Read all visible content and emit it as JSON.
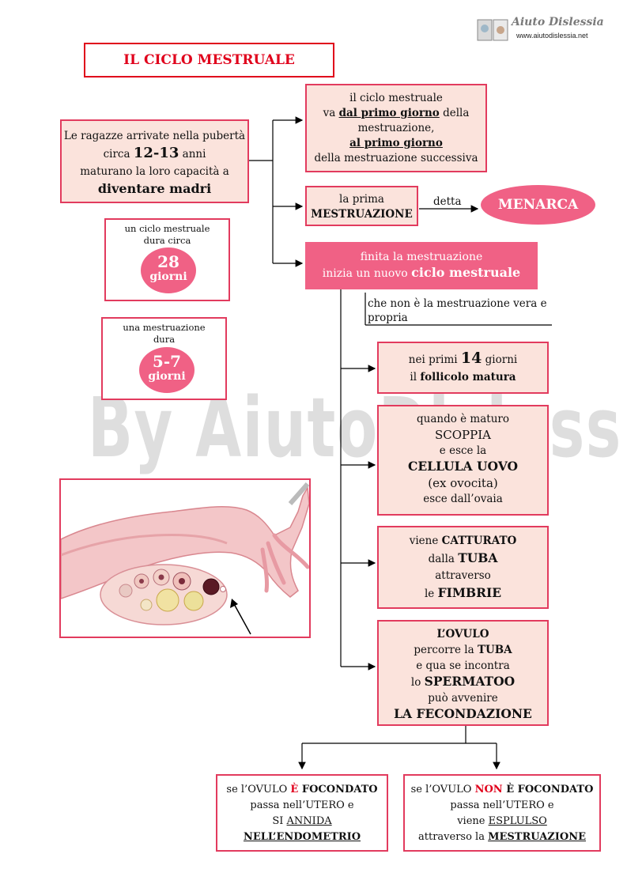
{
  "header": {
    "logo_title": "Aiuto Dislessia",
    "logo_url": "www.aiutodislessia.net"
  },
  "title": "IL CICLO MESTRUALE",
  "watermark": "By AiutoDislessia.net",
  "intro": {
    "l1": "Le ragazze arrivate nella pubertà",
    "l2a": "circa ",
    "l2b": "12-13",
    "l2c": " anni",
    "l3": "maturano la loro capacità a",
    "l4": "diventare madri"
  },
  "cycle_length": {
    "l1": "un ciclo mestruale",
    "l2": "dura circa",
    "num": "28",
    "unit": "giorni"
  },
  "period_length": {
    "l1": "una mestruazione",
    "l2": "dura",
    "num": "5-7",
    "unit": "giorni"
  },
  "definition": {
    "l1": "il ciclo mestruale",
    "l2a": "va ",
    "l2b": "dal primo giorno",
    "l2c": " della",
    "l3": "mestruazione,",
    "l4": "al primo giorno",
    "l5": "della mestruazione successiva"
  },
  "first": {
    "l1": "la prima",
    "l2": "MESTRUAZIONE",
    "connector": "detta",
    "oval": "MENARCA"
  },
  "after": {
    "l1": "finita la mestruazione",
    "l2a": "inizia un nuovo ",
    "l2b": "ciclo mestruale"
  },
  "note": {
    "l1": "che non è la mestruazione vera e",
    "l2": "propria"
  },
  "step1": {
    "l1a": "nei primi ",
    "l1b": "14",
    "l1c": " giorni",
    "l2a": "il ",
    "l2b": "follicolo matura"
  },
  "step2": {
    "l1": "quando è maturo",
    "l2": "SCOPPIA",
    "l3": "e esce la",
    "l4": "CELLULA UOVO",
    "l5": "(ex ovocita)",
    "l6": "esce dall’ovaia"
  },
  "step3": {
    "l1a": "viene ",
    "l1b": "CATTURATO",
    "l2a": "dalla ",
    "l2b": "TUBA",
    "l3": "attraverso",
    "l4a": "le ",
    "l4b": "FIMBRIE"
  },
  "step4": {
    "l1": "L’OVULO",
    "l2a": "percorre la ",
    "l2b": "TUBA",
    "l3": "e qua  se incontra",
    "l4a": "lo ",
    "l4b": "SPERMATOO",
    "l5": "può avvenire",
    "l6": "LA FECONDAZIONE"
  },
  "result_yes": {
    "l1a": "se l’OVULO ",
    "l1b": "È",
    "l1c": " FOCONDATO",
    "l2": "passa nell’UTERO e",
    "l3a": "SI ",
    "l3b": "ANNIDA",
    "l4": "NELL’ENDOMETRIO"
  },
  "result_no": {
    "l1a": "se l’OVULO ",
    "l1b": "NON",
    "l1c": " È FOCONDATO",
    "l2": "passa nell’UTERO e",
    "l3a": "viene ",
    "l3b": "ESPLULSO",
    "l4a": "attraverso la ",
    "l4b": "MESTRUAZIONE"
  },
  "colors": {
    "accent": "#e23b5e",
    "pink_fill": "#f06185",
    "pale_fill": "#fbe3dc",
    "red_text": "#e0001b"
  }
}
